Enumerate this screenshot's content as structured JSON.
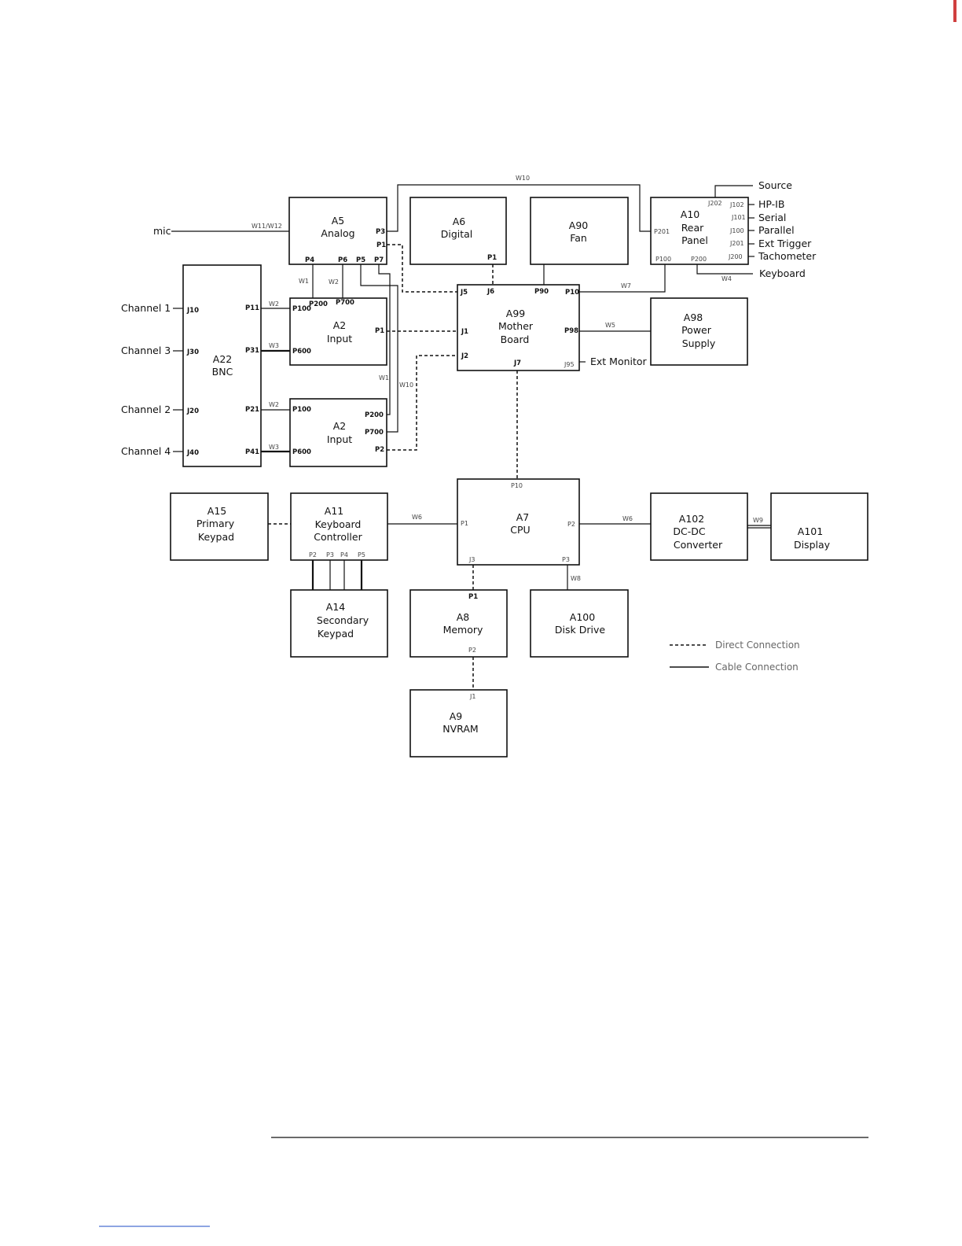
{
  "blocks": {
    "a5": [
      "A5",
      "Analog"
    ],
    "a6": [
      "A6",
      "Digital"
    ],
    "a90": [
      "A90",
      "Fan"
    ],
    "a10": [
      "A10",
      "Rear",
      "Panel"
    ],
    "a22": [
      "A22",
      "BNC"
    ],
    "a2_top": [
      "A2",
      "Input"
    ],
    "a2_bot": [
      "A2",
      "Input"
    ],
    "a99": [
      "A99",
      "Mother",
      "Board"
    ],
    "a98": [
      "A98",
      "Power",
      "Supply"
    ],
    "a15": [
      "A15",
      "Primary",
      "Keypad"
    ],
    "a11": [
      "A11",
      "Keyboard",
      "Controller"
    ],
    "a7": [
      "A7",
      "CPU"
    ],
    "a102": [
      "A102",
      "DC-DC",
      "Converter"
    ],
    "a101": [
      "A101",
      "Display"
    ],
    "a14": [
      "A14",
      "Secondary",
      "Keypad"
    ],
    "a8": [
      "A8",
      "Memory"
    ],
    "a100": [
      "A100",
      "Disk Drive"
    ],
    "a9": [
      "A9",
      "NVRAM"
    ]
  },
  "external": {
    "mic": "mic",
    "source": "Source",
    "hpib": "HP-IB",
    "serial": "Serial",
    "parallel": "Parallel",
    "ext_trigger": "Ext Trigger",
    "tachometer": "Tachometer",
    "keyboard": "Keyboard",
    "ext_monitor": "Ext Monitor",
    "channel1": "Channel 1",
    "channel3": "Channel 3",
    "channel2": "Channel 2",
    "channel4": "Channel 4"
  },
  "wires": {
    "w10_top": "W10",
    "w11_w12": "W11/W12",
    "w1_a": "W1",
    "w2_a": "W2",
    "w7": "W7",
    "w4": "W4",
    "w5": "W5",
    "w2_ch1": "W2",
    "w3_ch3": "W3",
    "w1_b": "W1",
    "w10_b": "W10",
    "w2_ch2": "W2",
    "w3_ch4": "W3",
    "w6_a": "W6",
    "w6_b": "W6",
    "w9": "W9",
    "w8": "W8"
  },
  "ports": {
    "a5_p3": "P3",
    "a5_p1": "P1",
    "a5_p4": "P4",
    "a5_p6": "P6",
    "a5_p5": "P5",
    "a5_p7": "P7",
    "a6_p1": "P1",
    "a10_p201": "P201",
    "a10_p100": "P100",
    "a10_p200": "P200",
    "a10_j202": "J202",
    "a10_j102": "J102",
    "a10_j101": "J101",
    "a10_j100": "J100",
    "a10_j201": "J201",
    "a10_j200": "J200",
    "a22_j10": "J10",
    "a22_j30": "J30",
    "a22_j20": "J20",
    "a22_j40": "J40",
    "a22_p11": "P11",
    "a22_p31": "P31",
    "a22_p21": "P21",
    "a22_p41": "P41",
    "a2t_p200": "P200",
    "a2t_p700": "P700",
    "a2t_p100": "P100",
    "a2t_p1": "P1",
    "a2t_p600": "P600",
    "a2b_p100": "P100",
    "a2b_p200": "P200",
    "a2b_p700": "P700",
    "a2b_p600": "P600",
    "a2b_p2": "P2",
    "a99_j5": "J5",
    "a99_j6": "J6",
    "a99_p90": "P90",
    "a99_p10": "P10",
    "a99_j1": "J1",
    "a99_p98": "P98",
    "a99_j2": "J2",
    "a99_j7": "J7",
    "a99_j95": "J95",
    "a7_p10": "P10",
    "a7_p1": "P1",
    "a7_p2": "P2",
    "a7_j3": "J3",
    "a7_p3": "P3",
    "a11_p2": "P2",
    "a11_p3": "P3",
    "a11_p4": "P4",
    "a11_p5": "P5",
    "a8_p1": "P1",
    "a8_p2": "P2",
    "a9_j1": "J1"
  },
  "legend": {
    "direct": "Direct Connection",
    "cable": "Cable Connection"
  }
}
